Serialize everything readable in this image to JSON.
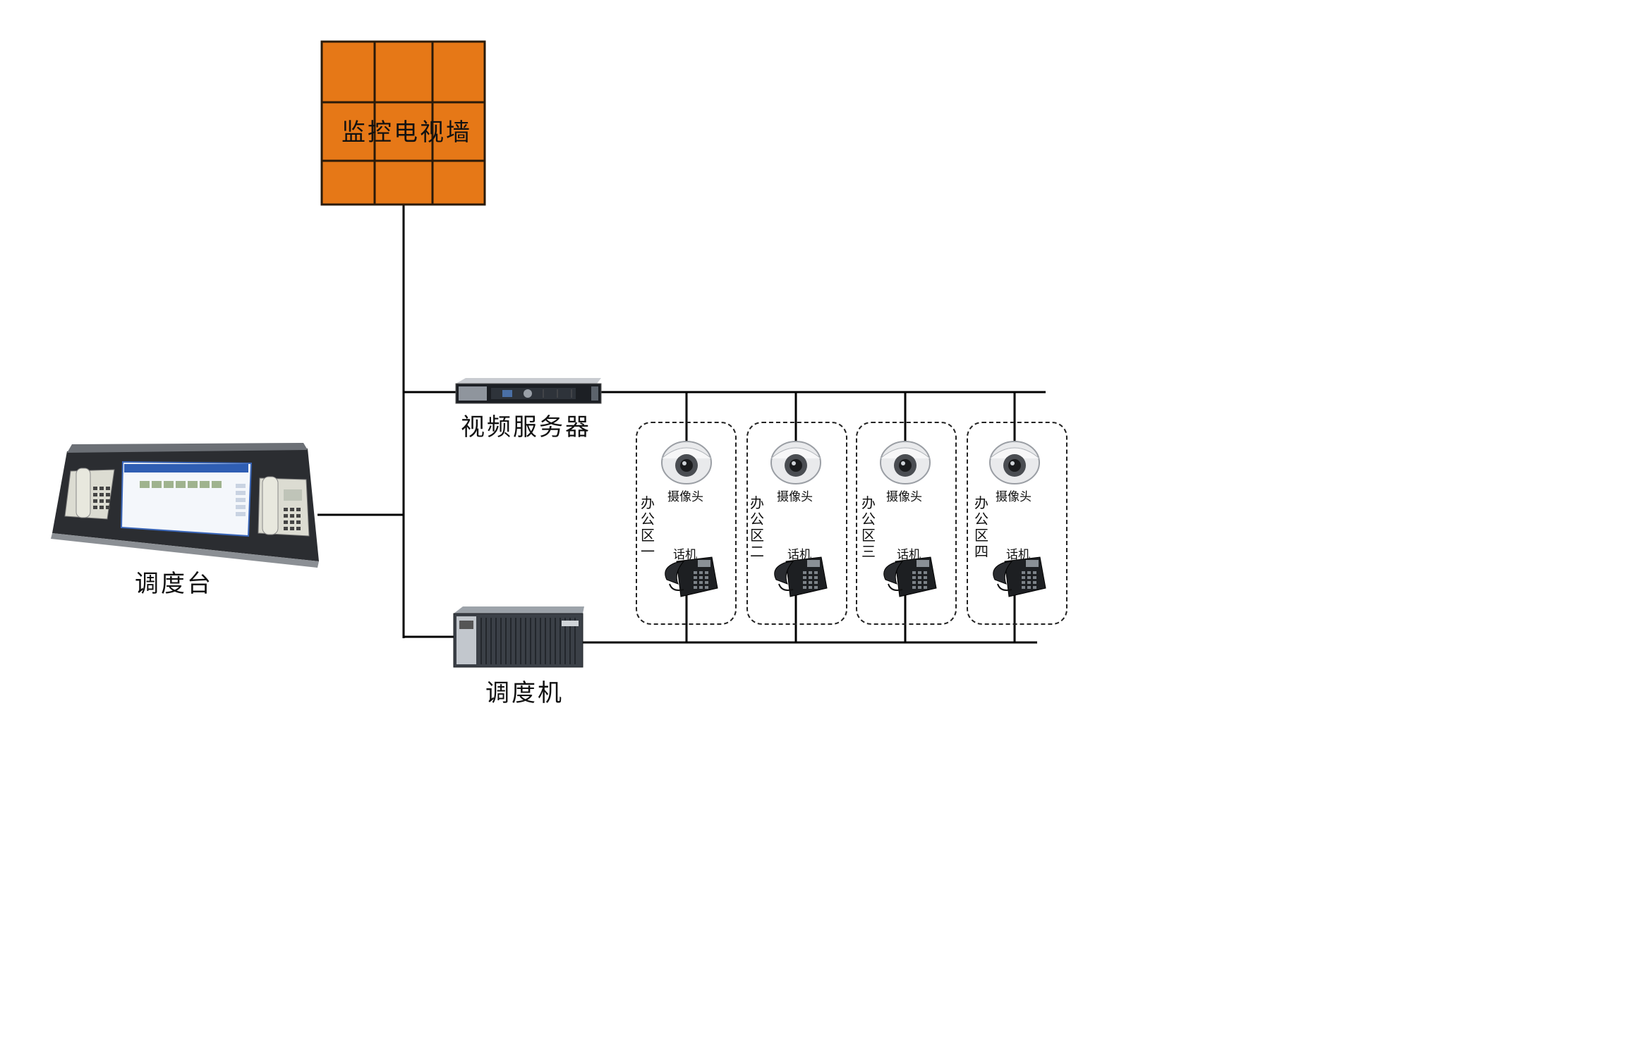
{
  "video_wall": {
    "label": "监控电视墙",
    "color": "#E67817"
  },
  "video_server": {
    "label": "视频服务器"
  },
  "console": {
    "label": "调度台"
  },
  "dispatcher": {
    "label": "调度机"
  },
  "zones": [
    {
      "label": "办公区一",
      "camera_label": "摄像头",
      "phone_label": "话机"
    },
    {
      "label": "办公区二",
      "camera_label": "摄像头",
      "phone_label": "话机"
    },
    {
      "label": "办公区三",
      "camera_label": "摄像头",
      "phone_label": "话机"
    },
    {
      "label": "办公区四",
      "camera_label": "摄像头",
      "phone_label": "话机"
    }
  ]
}
